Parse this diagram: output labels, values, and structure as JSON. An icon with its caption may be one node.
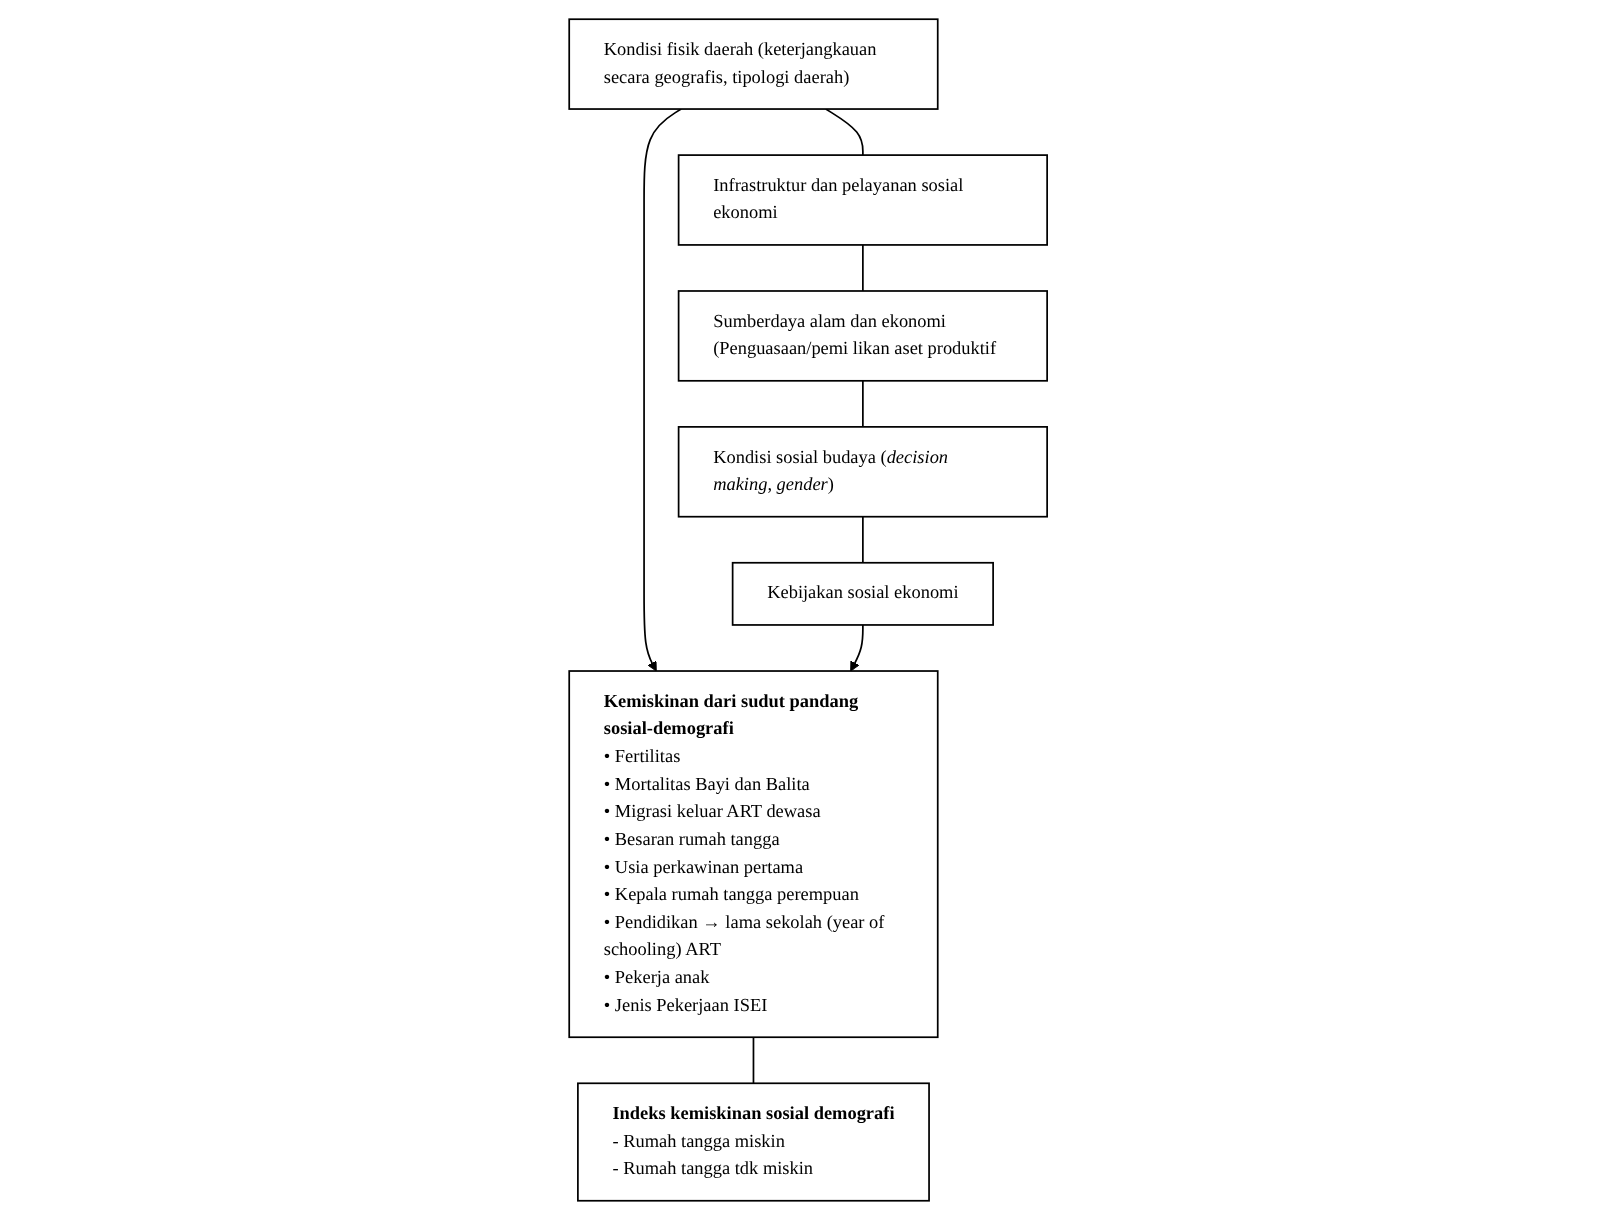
{
  "diagram": {
    "nodes": [
      {
        "text": [
          "Kondisi fisik daerah (keterjangkauan secara geografis, tipologi daerah)"
        ]
      },
      {
        "text": [
          "Infrastruktur dan pelayanan sosial ekonomi"
        ]
      },
      {
        "text": [
          "Sumberdaya alam dan ekonomi (Penguasaan/pemi likan aset produktif"
        ]
      },
      {
        "text": [
          "Kondisi sosial budaya (*decision making, gender*)"
        ]
      },
      {
        "text": [
          "Kebijakan sosial ekonomi"
        ]
      },
      {
        "text": [
          "Kemiskinan dari sudut pandang sosial-demografi",
          "• Fertilitas",
          "• Mortalitas Bayi dan Balita",
          "• Migrasi keluar ART dewasa",
          "• Besaran rumah tangga",
          "• Usia perkawinan pertama",
          "• Kepala rumah tangga perempuan",
          "• Pendidikan → lama sekolah (year of schooling) ART",
          "• Pekerja anak",
          "• Jenis Pekerjaan ISEI"
        ]
      },
      {
        "text": [
          "Indeks kemiskinan sosial demografi",
          "- Rumah tangga miskin",
          "- Rumah tangga tdk miskin"
        ]
      }
    ],
    "edges": [
      {
        "from": 0,
        "to": 1,
        "arrow": "none"
      },
      {
        "from": 1,
        "to": 2,
        "arrow": "none"
      },
      {
        "from": 2,
        "to": 3,
        "arrow": "none"
      },
      {
        "from": 3,
        "to": 4,
        "arrow": "none"
      },
      {
        "from": 0,
        "to": 5,
        "arrow": "to"
      },
      {
        "from": 4,
        "to": 5,
        "arrow": "to"
      },
      {
        "from": 5,
        "to": 6,
        "arrow": "none"
      }
    ]
  }
}
